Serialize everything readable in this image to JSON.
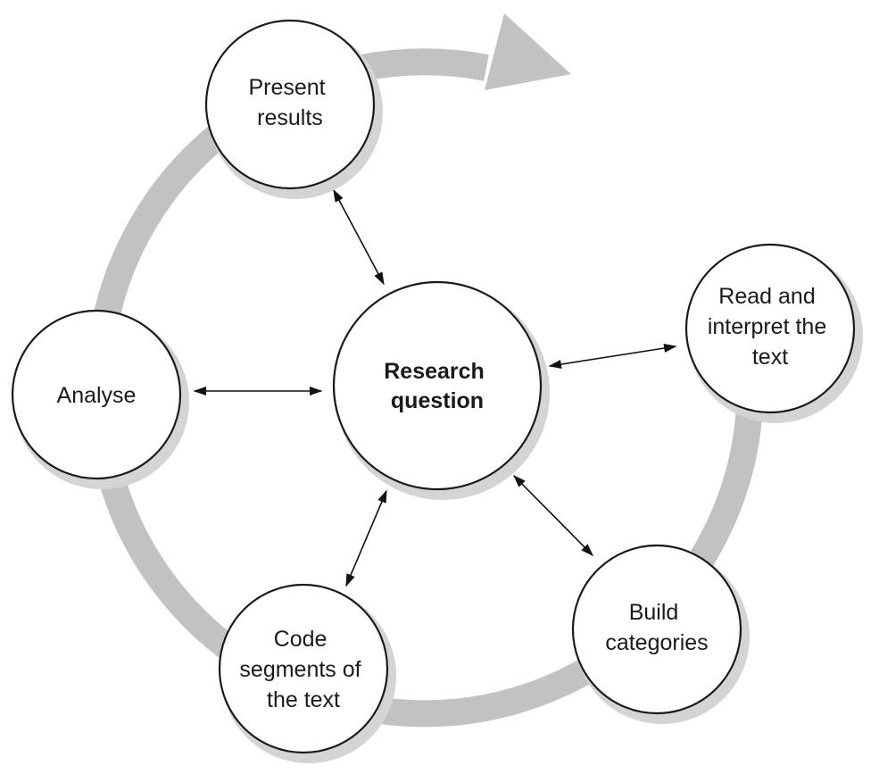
{
  "diagram": {
    "center": {
      "lines": [
        "Research",
        "question"
      ]
    },
    "nodes": [
      {
        "id": "present-results",
        "lines": [
          "Present",
          "results"
        ]
      },
      {
        "id": "read-interpret",
        "lines": [
          "Read and",
          "interpret the",
          "text"
        ]
      },
      {
        "id": "build-categories",
        "lines": [
          "Build",
          "categories"
        ]
      },
      {
        "id": "code-segments",
        "lines": [
          "Code",
          "segments of",
          "the text"
        ]
      },
      {
        "id": "analyse",
        "lines": [
          "Analyse"
        ]
      }
    ]
  },
  "colors": {
    "ring": "#c2c2c2",
    "circle_stroke": "#1a1a1a",
    "circle_fill": "#ffffff",
    "arrow": "#111111"
  }
}
